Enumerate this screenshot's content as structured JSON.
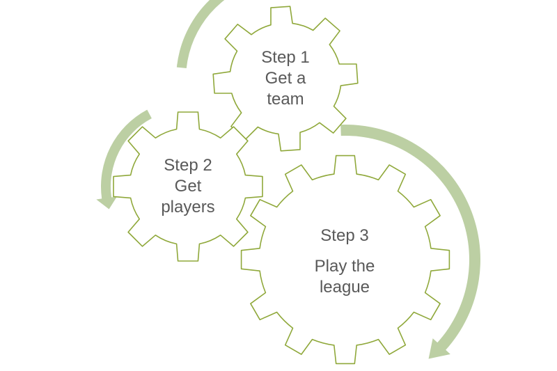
{
  "colors": {
    "gear_outline": "#8fa83a",
    "arrow_fill": "#bccfa3",
    "text": "#595959",
    "background": "#ffffff"
  },
  "gears": [
    {
      "id": "gear-step-1",
      "step": "Step 1",
      "caption_lines": [
        "Get a",
        "team"
      ],
      "teeth": 8
    },
    {
      "id": "gear-step-2",
      "step": "Step 2",
      "caption_lines": [
        "Get",
        "players"
      ],
      "teeth": 8
    },
    {
      "id": "gear-step-3",
      "step": "Step 3",
      "caption_lines": [
        "Play the",
        "league"
      ],
      "teeth": 12
    }
  ],
  "arrows": [
    {
      "id": "arrow-step2-to-step1",
      "icon": "curved-arrow-up-right-icon"
    },
    {
      "id": "arrow-step1-to-step2",
      "icon": "curved-arrow-down-left-icon"
    },
    {
      "id": "arrow-step3-cycle",
      "icon": "curved-arrow-down-clockwise-icon"
    }
  ]
}
